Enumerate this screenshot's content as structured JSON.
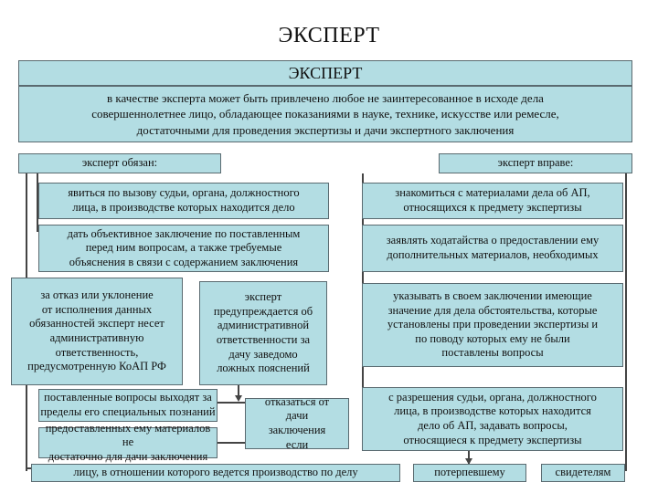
{
  "slide_title": "ЭКСПЕРТ",
  "header": "ЭКСПЕРТ",
  "definition": "в качестве эксперта может быть привлечено любое не заинтересованное в исходе дела\nсовершеннолетнее лицо, обладающее показаниями в науке, технике, искусстве или ремесле,\nдостаточными для проведения экспертизы и дачи экспертного заключения",
  "obliged": {
    "label": "эксперт обязан:",
    "items": [
      "явиться по вызову судьи, органа, должностного\nлица, в производстве которых находится дело",
      "дать объективное заключение по поставленным\nперед ним вопросам, а также требуемые\nобъяснения в связи с содержанием заключения",
      "за отказ или уклонение\nот исполнения данных\nобязанностей эксперт несет\nадминистративную\nответственность,\nпредусмотренную КоАП РФ",
      "эксперт\nпредупреждается об\nадминистративной\nответственности за\nдачу заведомо\nложных пояснений",
      "поставленные вопросы выходят за\nпределы его специальных познаний",
      "отказаться от\nдачи\nзаключения\nесли",
      "предоставленных ему материалов не\nдостаточно для дачи заключения"
    ]
  },
  "rights": {
    "label": "эксперт вправе:",
    "items": [
      "знакомиться с материалами дела об АП,\nотносящихся к предмету экспертизы",
      "заявлять ходатайства о предоставлении ему\nдополнительных материалов, необходимых",
      "указывать в своем заключении имеющие\nзначение для дела обстоятельства, которые\nустановлены при проведении экспертизы и\nпо поводу которых ему не были\nпоставлены вопросы",
      "с разрешения судьи, органа, должностного\nлица, в производстве которых находится\nдело об АП, задавать вопросы,\nотносящиеся к предмету экспертизы"
    ]
  },
  "bottom": [
    "лицу, в отношении которого ведется производство по делу",
    "потерпевшему",
    "свидетелям"
  ]
}
